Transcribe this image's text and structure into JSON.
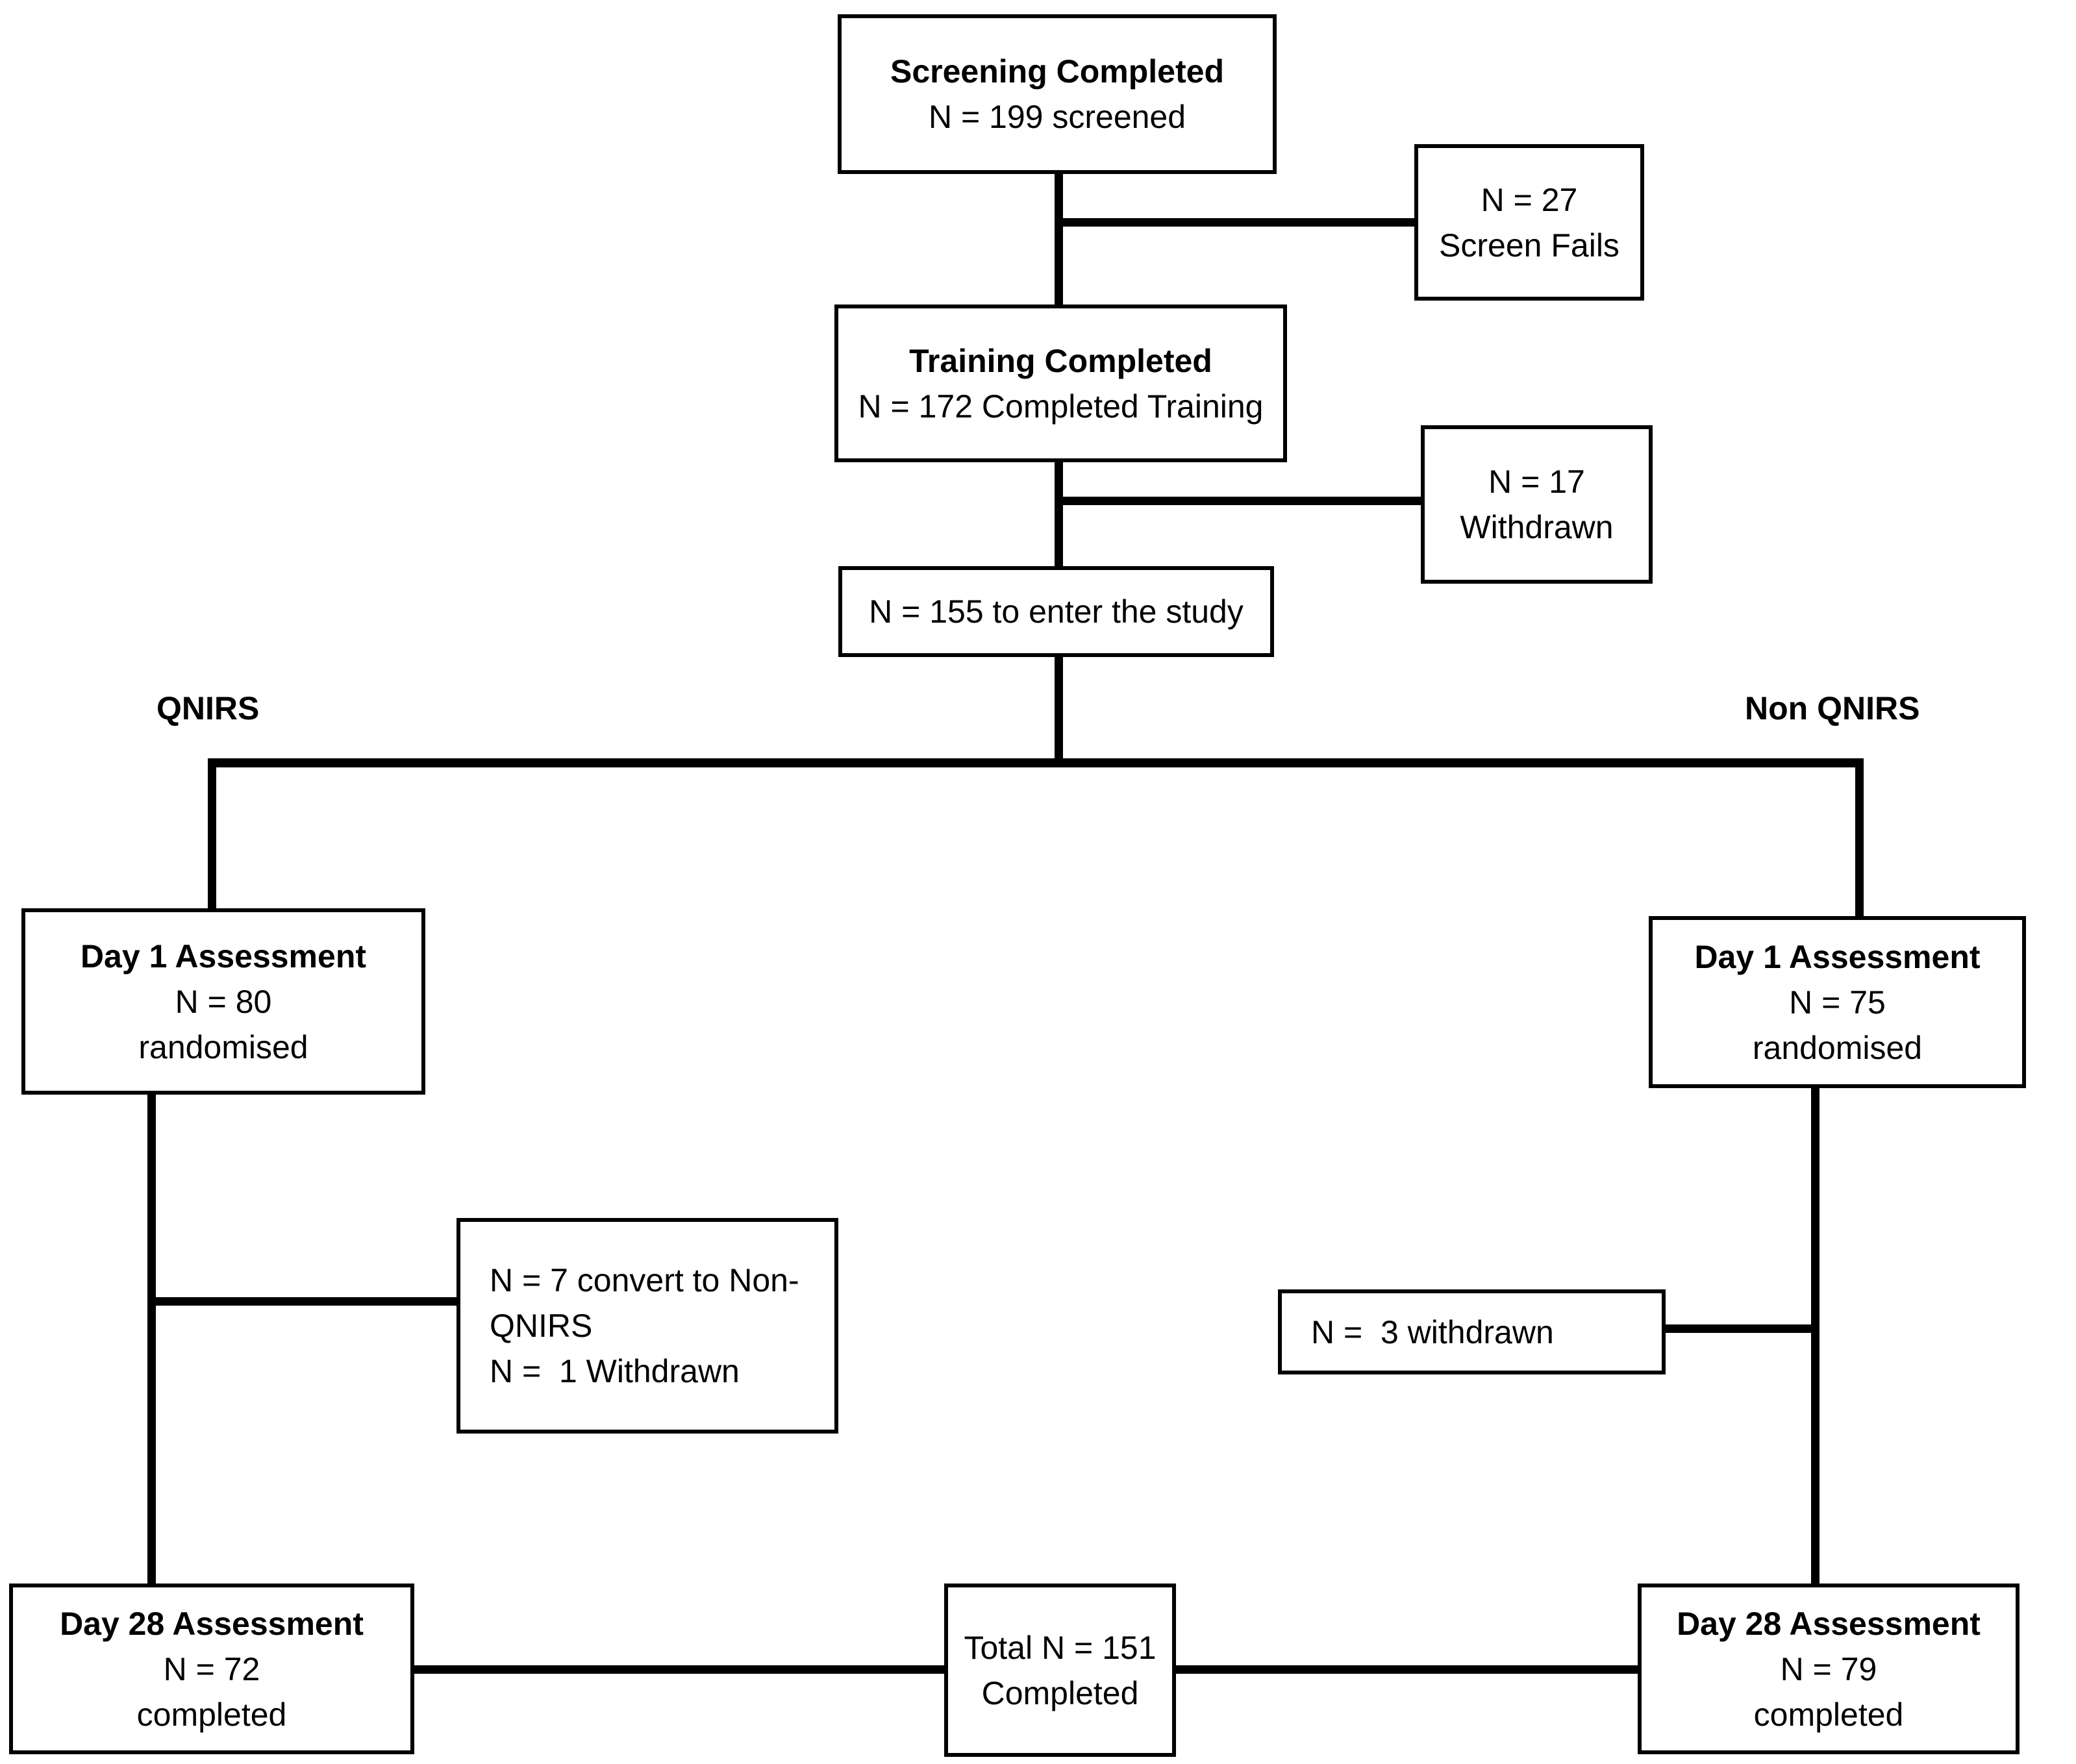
{
  "colors": {
    "background": "#ffffff",
    "line": "#000000",
    "text": "#000000"
  },
  "branch_labels": {
    "left": "QNIRS",
    "right": "Non QNIRS"
  },
  "boxes": {
    "screening": {
      "line1": "Screening Completed",
      "line2": "N = 199 screened"
    },
    "screen_fails": {
      "line1": "N = 27",
      "line2": "Screen Fails"
    },
    "training": {
      "line1": "Training Completed",
      "line2": "N = 172 Completed Training"
    },
    "withdrawn_17": {
      "line1": "N = 17",
      "line2": "Withdrawn"
    },
    "enter_study": {
      "line1": "N = 155 to enter the study"
    },
    "day1_qnirs": {
      "line1": "Day 1 Assessment",
      "line2": "N = 80",
      "line3": "randomised"
    },
    "day1_nonqnirs": {
      "line1": "Day 1 Assessment",
      "line2": "N = 75",
      "line3": "randomised"
    },
    "convert": {
      "line1": "N = 7 convert to Non-",
      "line2": "QNIRS",
      "line3": "N =  1 Withdrawn"
    },
    "withdrawn_3": {
      "line1": "N =  3 withdrawn"
    },
    "day28_qnirs": {
      "line1": "Day 28 Assessment",
      "line2": "N = 72",
      "line3": "completed"
    },
    "total": {
      "line1": "Total N = 151",
      "line2": "Completed"
    },
    "day28_nonqnirs": {
      "line1": "Day 28 Assessment",
      "line2": "N = 79",
      "line3": "completed"
    }
  }
}
